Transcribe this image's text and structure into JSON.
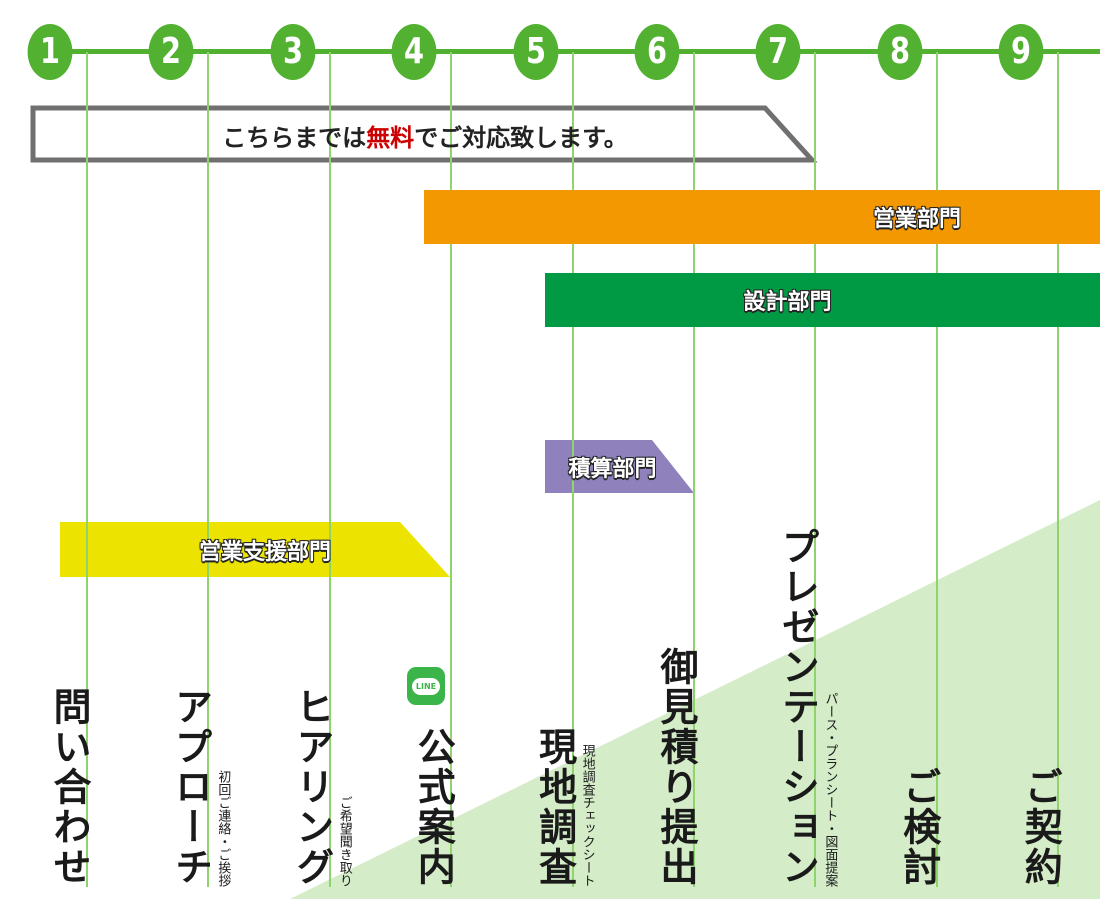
{
  "steps": [
    "1",
    "2",
    "3",
    "4",
    "5",
    "6",
    "7",
    "8",
    "9"
  ],
  "banner": {
    "pre": "こちらまでは",
    "free": "無料",
    "post": "でご対応致します。"
  },
  "departments": {
    "sales": "営業部門",
    "design": "設計部門",
    "estimate": "積算部門",
    "sales_support": "営業支援部門"
  },
  "colors": {
    "green": "#52b130",
    "orange": "#f39800",
    "dark_green": "#009944",
    "purple": "#8f82bc",
    "yellow": "#ece400",
    "light_green": "#d4ecc8"
  },
  "line_icon_label": "LINE",
  "labels": [
    {
      "main": "問い合わせ",
      "sub": ""
    },
    {
      "main": "アプローチ",
      "sub": "初回ご連絡・ご挨拶"
    },
    {
      "main": "ヒアリング",
      "sub": "ご希望聞き取り"
    },
    {
      "main": "公式案内",
      "sub": ""
    },
    {
      "main": "現地調査",
      "sub": "現地調査チェックシート"
    },
    {
      "main": "御見積り提出",
      "sub": ""
    },
    {
      "main": "プレゼンテーション",
      "sub": "パース・プランシート・図面提案"
    },
    {
      "main": "ご検討",
      "sub": ""
    },
    {
      "main": "ご契約",
      "sub": ""
    }
  ]
}
